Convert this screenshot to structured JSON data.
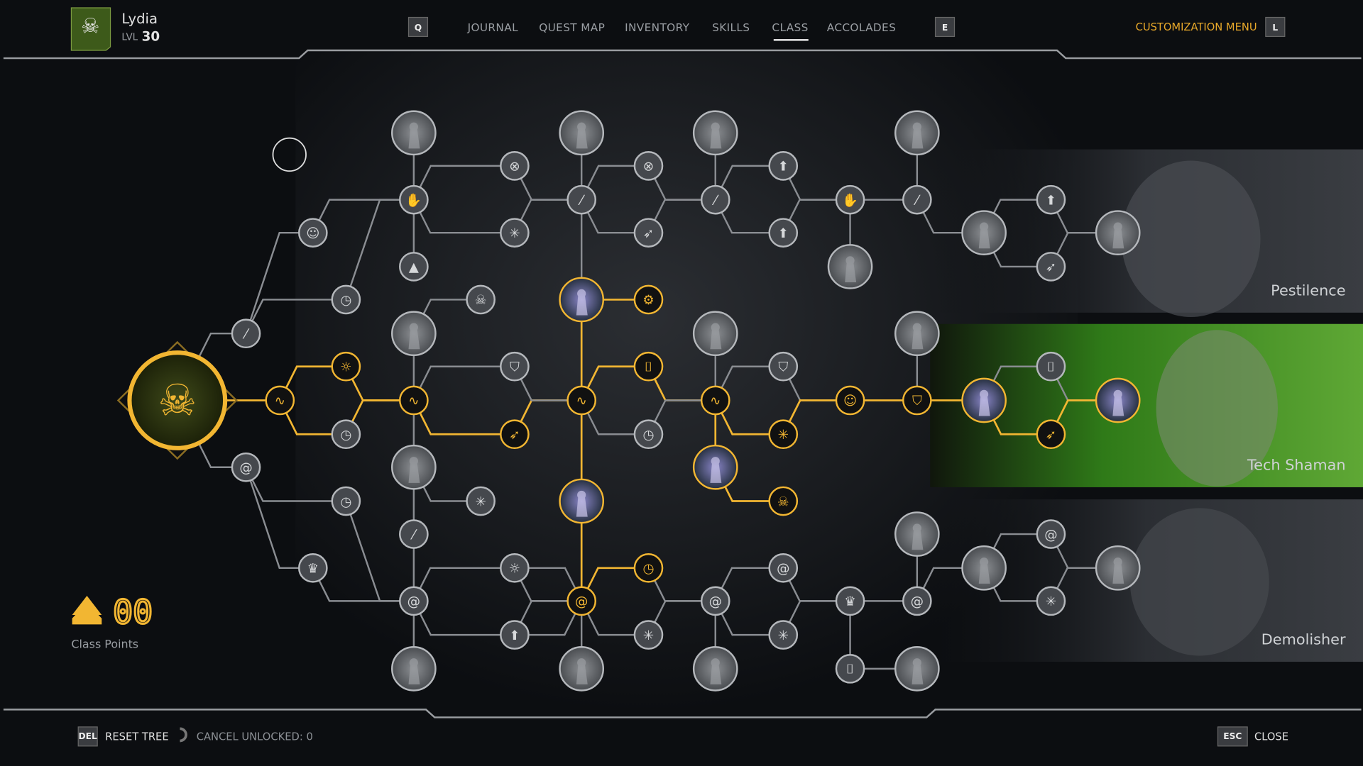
{
  "player": {
    "name": "Lydia",
    "level_label": "LVL",
    "level": "30"
  },
  "nav": {
    "prev_key": "Q",
    "next_key": "E",
    "tabs": [
      "JOURNAL",
      "QUEST MAP",
      "INVENTORY",
      "SKILLS",
      "CLASS",
      "ACCOLADES"
    ],
    "active": "CLASS"
  },
  "customization": {
    "label": "CUSTOMIZATION MENU",
    "key": "L"
  },
  "class_points": {
    "value": "00",
    "label": "Class Points"
  },
  "subclasses": [
    "Pestilence",
    "Tech Shaman",
    "Demolisher"
  ],
  "footer": {
    "reset_key": "DEL",
    "reset_label": "RESET TREE",
    "cancel_label": "CANCEL UNLOCKED: 0",
    "close_key": "ESC",
    "close_label": "CLOSE"
  },
  "colors": {
    "accent": "#f2b632",
    "locked": "#8a8d92",
    "tech_shaman": "#3f8a1e",
    "bg": "#0c0e11"
  },
  "nodes": [
    [
      "slash",
      0
    ],
    [
      "face",
      0
    ],
    [
      "timer",
      0
    ],
    [
      "portrait",
      0
    ],
    [
      "fist",
      0
    ],
    [
      "chevron",
      0
    ],
    [
      "portrait",
      0
    ],
    [
      "skull",
      0
    ],
    [
      "target",
      0
    ],
    [
      "star",
      0
    ],
    [
      "portrait",
      0
    ],
    [
      "slash",
      0
    ],
    [
      "target",
      0
    ],
    [
      "claw",
      0
    ],
    [
      "portrait",
      0
    ],
    [
      "slash",
      0
    ],
    [
      "arrow",
      0
    ],
    [
      "arrow",
      0
    ],
    [
      "fist",
      0
    ],
    [
      "portrait",
      0
    ],
    [
      "portrait",
      0
    ],
    [
      "slash",
      0
    ],
    [
      "portrait",
      0
    ],
    [
      "arrow",
      0
    ],
    [
      "claw",
      0
    ],
    [
      "portrait",
      0
    ],
    [
      "pulse",
      1
    ],
    [
      "sun",
      1
    ],
    [
      "timer",
      0
    ],
    [
      "pulse",
      1
    ],
    [
      "shield",
      0
    ],
    [
      "claw",
      1
    ],
    [
      "portrait",
      1
    ],
    [
      "gear",
      1
    ],
    [
      "pulse",
      1
    ],
    [
      "bracket",
      1
    ],
    [
      "timer",
      0
    ],
    [
      "portrait",
      0
    ],
    [
      "pulse",
      1
    ],
    [
      "shield",
      0
    ],
    [
      "star",
      1
    ],
    [
      "portrait",
      1
    ],
    [
      "skull",
      1
    ],
    [
      "face",
      1
    ],
    [
      "portrait",
      0
    ],
    [
      "shield",
      1
    ],
    [
      "portrait",
      1
    ],
    [
      "bracket",
      0
    ],
    [
      "claw",
      1
    ],
    [
      "portrait",
      1
    ],
    [
      "portrait",
      1
    ],
    [
      "portrait",
      0
    ],
    [
      "star",
      0
    ],
    [
      "swirl",
      0
    ],
    [
      "timer",
      0
    ],
    [
      "crown",
      0
    ],
    [
      "slash",
      0
    ],
    [
      "swirl",
      0
    ],
    [
      "portrait",
      0
    ],
    [
      "sun",
      0
    ],
    [
      "arrow",
      0
    ],
    [
      "swirl",
      1
    ],
    [
      "portrait",
      0
    ],
    [
      "timer",
      1
    ],
    [
      "star",
      0
    ],
    [
      "swirl",
      0
    ],
    [
      "portrait",
      0
    ],
    [
      "swirl",
      0
    ],
    [
      "star",
      0
    ],
    [
      "crown",
      0
    ],
    [
      "bracket",
      0
    ],
    [
      "portrait",
      0
    ],
    [
      "swirl",
      0
    ],
    [
      "portrait",
      0
    ],
    [
      "portrait",
      0
    ],
    [
      "swirl",
      0
    ],
    [
      "star",
      0
    ],
    [
      "portrait",
      0
    ]
  ]
}
